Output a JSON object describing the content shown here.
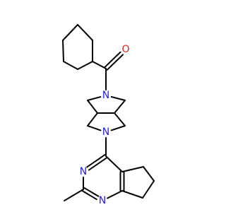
{
  "molecule": {
    "colors": {
      "background": "#ffffff",
      "bond": "#000000",
      "nitrogen": "#1f1fe5",
      "oxygen": "#e51f1f"
    },
    "atoms": [
      {
        "id": "cy1",
        "x": 0,
        "y": 0
      },
      {
        "id": "cy2",
        "x": 0,
        "y": 0
      },
      {
        "id": "cy3",
        "x": 0,
        "y": 0
      },
      {
        "id": "cy4",
        "x": 0,
        "y": 0
      },
      {
        "id": "cy5",
        "x": 0,
        "y": 0
      },
      {
        "id": "cy6",
        "x": 0,
        "y": 0
      },
      {
        "id": "carbonyl-c",
        "x": 0,
        "y": 0
      },
      {
        "id": "o1",
        "x": 0,
        "y": 0,
        "label": "O",
        "element": "O"
      },
      {
        "id": "n1",
        "x": 0,
        "y": 0,
        "label": "N",
        "element": "N"
      },
      {
        "id": "pyr1",
        "x": 0,
        "y": 0
      },
      {
        "id": "pyr2",
        "x": 0,
        "y": 0
      },
      {
        "id": "ch1",
        "x": 0,
        "y": 0
      },
      {
        "id": "ch2",
        "x": 0,
        "y": 0
      },
      {
        "id": "pyr3",
        "x": 0,
        "y": 0
      },
      {
        "id": "pyr4",
        "x": 0,
        "y": 0
      },
      {
        "id": "n2",
        "x": 0,
        "y": 0,
        "label": "N",
        "element": "N"
      },
      {
        "id": "pm-c4",
        "x": 0,
        "y": 0
      },
      {
        "id": "n3",
        "x": 0,
        "y": 0,
        "label": "N",
        "element": "N"
      },
      {
        "id": "pm-c2",
        "x": 0,
        "y": 0
      },
      {
        "id": "methyl",
        "x": 0,
        "y": 0
      },
      {
        "id": "n4",
        "x": 0,
        "y": 0,
        "label": "N",
        "element": "N"
      },
      {
        "id": "pm-c7a",
        "x": 0,
        "y": 0
      },
      {
        "id": "pm-c4a",
        "x": 0,
        "y": 0
      },
      {
        "id": "cp5",
        "x": 0,
        "y": 0
      },
      {
        "id": "cp6",
        "x": 0,
        "y": 0
      },
      {
        "id": "cp7",
        "x": 0,
        "y": 0
      }
    ],
    "bonds": [
      {
        "a": "cy1",
        "b": "cy2",
        "order": 1
      },
      {
        "a": "cy2",
        "b": "cy3",
        "order": 1
      },
      {
        "a": "cy3",
        "b": "cy4",
        "order": 1
      },
      {
        "a": "cy4",
        "b": "cy5",
        "order": 1
      },
      {
        "a": "cy5",
        "b": "cy6",
        "order": 1
      },
      {
        "a": "cy6",
        "b": "cy1",
        "order": 1
      },
      {
        "a": "cy5",
        "b": "carbonyl-c",
        "order": 1
      },
      {
        "a": "carbonyl-c",
        "b": "o1",
        "order": 2
      },
      {
        "a": "carbonyl-c",
        "b": "n1",
        "order": 1
      },
      {
        "a": "n1",
        "b": "pyr1",
        "order": 1
      },
      {
        "a": "n1",
        "b": "pyr2",
        "order": 1
      },
      {
        "a": "pyr1",
        "b": "ch1",
        "order": 1
      },
      {
        "a": "pyr2",
        "b": "ch2",
        "order": 1
      },
      {
        "a": "ch1",
        "b": "ch2",
        "order": 1
      },
      {
        "a": "ch1",
        "b": "pyr3",
        "order": 1
      },
      {
        "a": "ch2",
        "b": "pyr4",
        "order": 1
      },
      {
        "a": "pyr3",
        "b": "n2",
        "order": 1
      },
      {
        "a": "pyr4",
        "b": "n2",
        "order": 1
      },
      {
        "a": "n2",
        "b": "pm-c4",
        "order": 1
      },
      {
        "a": "pm-c4",
        "b": "n3",
        "order": 2
      },
      {
        "a": "n3",
        "b": "pm-c2",
        "order": 1
      },
      {
        "a": "pm-c2",
        "b": "methyl",
        "order": 1
      },
      {
        "a": "pm-c2",
        "b": "n4",
        "order": 2
      },
      {
        "a": "n4",
        "b": "pm-c7a",
        "order": 1
      },
      {
        "a": "pm-c7a",
        "b": "pm-c4a",
        "order": 2
      },
      {
        "a": "pm-c4a",
        "b": "pm-c4",
        "order": 1
      },
      {
        "a": "pm-c4a",
        "b": "cp5",
        "order": 1
      },
      {
        "a": "cp5",
        "b": "cp6",
        "order": 1
      },
      {
        "a": "cp6",
        "b": "cp7",
        "order": 1
      },
      {
        "a": "cp7",
        "b": "pm-c7a",
        "order": 1
      }
    ]
  }
}
